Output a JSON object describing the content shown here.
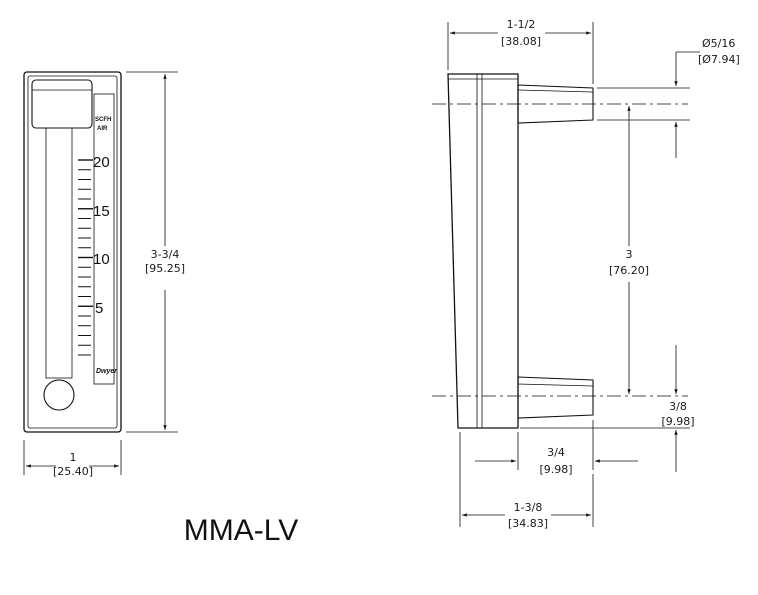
{
  "front_view": {
    "scale_unit": "SCFH",
    "scale_medium": "AIR",
    "scale_labels": [
      "20",
      "15",
      "10",
      "5"
    ],
    "brand": "Dwyer",
    "height_dim": "3-3/4",
    "height_dim_mm": "[95.25]",
    "width_dim": "1",
    "width_dim_mm": "[25.40]"
  },
  "side_view": {
    "depth_dim": "1-1/2",
    "depth_dim_mm": "[38.08]",
    "port_dia_dim": "Ø5/16",
    "port_dia_dim_mm": "[Ø7.94]",
    "center_dim": "3",
    "center_dim_mm": "[76.20]",
    "bottom_offset_dim": "3/8",
    "bottom_offset_dim_mm": "[9.98]",
    "port_length_dim": "3/4",
    "port_length_dim_mm": "[9.98]",
    "overall_depth_dim": "1-3/8",
    "overall_depth_dim_mm": "[34.83]"
  },
  "model_name": "MMA-LV"
}
